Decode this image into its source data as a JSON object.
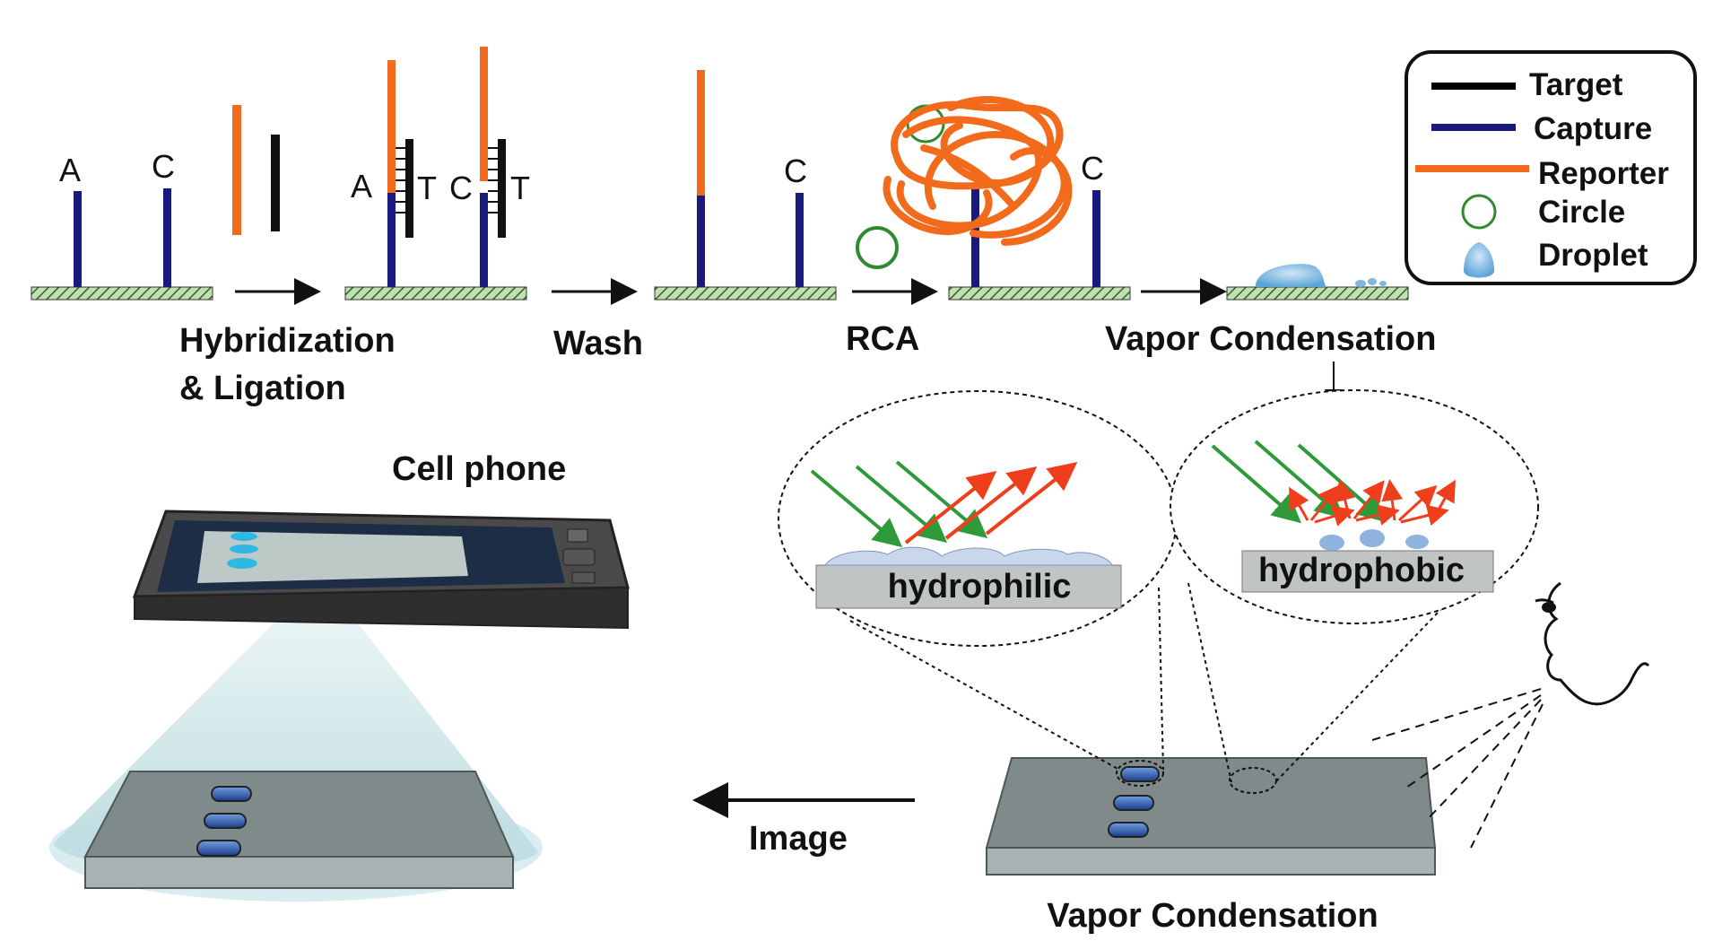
{
  "colors": {
    "target": "#000000",
    "capture": "#1a1a7e",
    "reporter": "#f26a1b",
    "circle": "#2e8b2e",
    "droplet": "#7fb7e0",
    "arrow_green": "#2e9a3a",
    "arrow_red": "#ef3e1c"
  },
  "bases": {
    "a": "A",
    "c": "C",
    "t": "T"
  },
  "steps": {
    "hybridization_line1": "Hybridization",
    "hybridization_line2": "& Ligation",
    "wash": "Wash",
    "rca": "RCA",
    "vapor_top": "Vapor Condensation"
  },
  "legend": {
    "target": "Target",
    "capture": "Capture",
    "reporter": "Reporter",
    "circle": "Circle",
    "droplet": "Droplet"
  },
  "bottom": {
    "cell_phone": "Cell phone",
    "image": "Image",
    "vapor_bottom": "Vapor Condensation",
    "hydrophilic": "hydrophilic",
    "hydrophobic": "hydrophobic"
  },
  "icons": {
    "phone": "phone-icon",
    "eye": "face-breath-icon"
  }
}
